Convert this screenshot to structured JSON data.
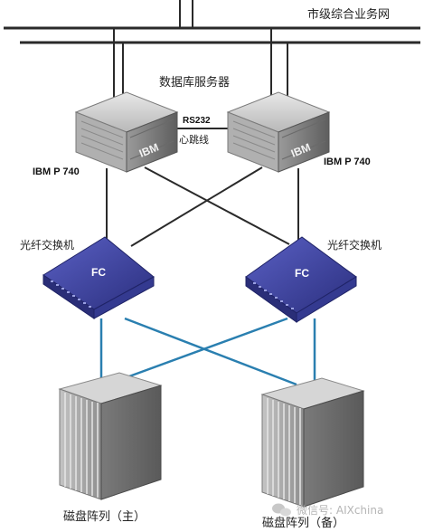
{
  "network": {
    "label": "市级综合业务网"
  },
  "servers": {
    "group_label": "数据库服务器",
    "left": {
      "model": "IBM P 740",
      "brand": "IBM"
    },
    "right": {
      "model": "IBM P 740",
      "brand": "IBM"
    },
    "heartbeat": {
      "line1": "RS232",
      "line2": "心跳线"
    }
  },
  "switches": {
    "left": {
      "label": "光纤交换机",
      "badge": "FC"
    },
    "right": {
      "label": "光纤交换机",
      "badge": "FC"
    }
  },
  "storage": {
    "primary": {
      "label": "磁盘阵列（主）"
    },
    "backup": {
      "label": "磁盘阵列（备）"
    }
  },
  "watermark": {
    "text": "微信号: AIXchina"
  },
  "colors": {
    "ethernet_line": "#2a2a2a",
    "fiber_line": "#2a7fb0",
    "switch_fill": "#3a3f99",
    "server_fill": "#c9c9c9",
    "storage_fill": "#a8a8a8"
  }
}
